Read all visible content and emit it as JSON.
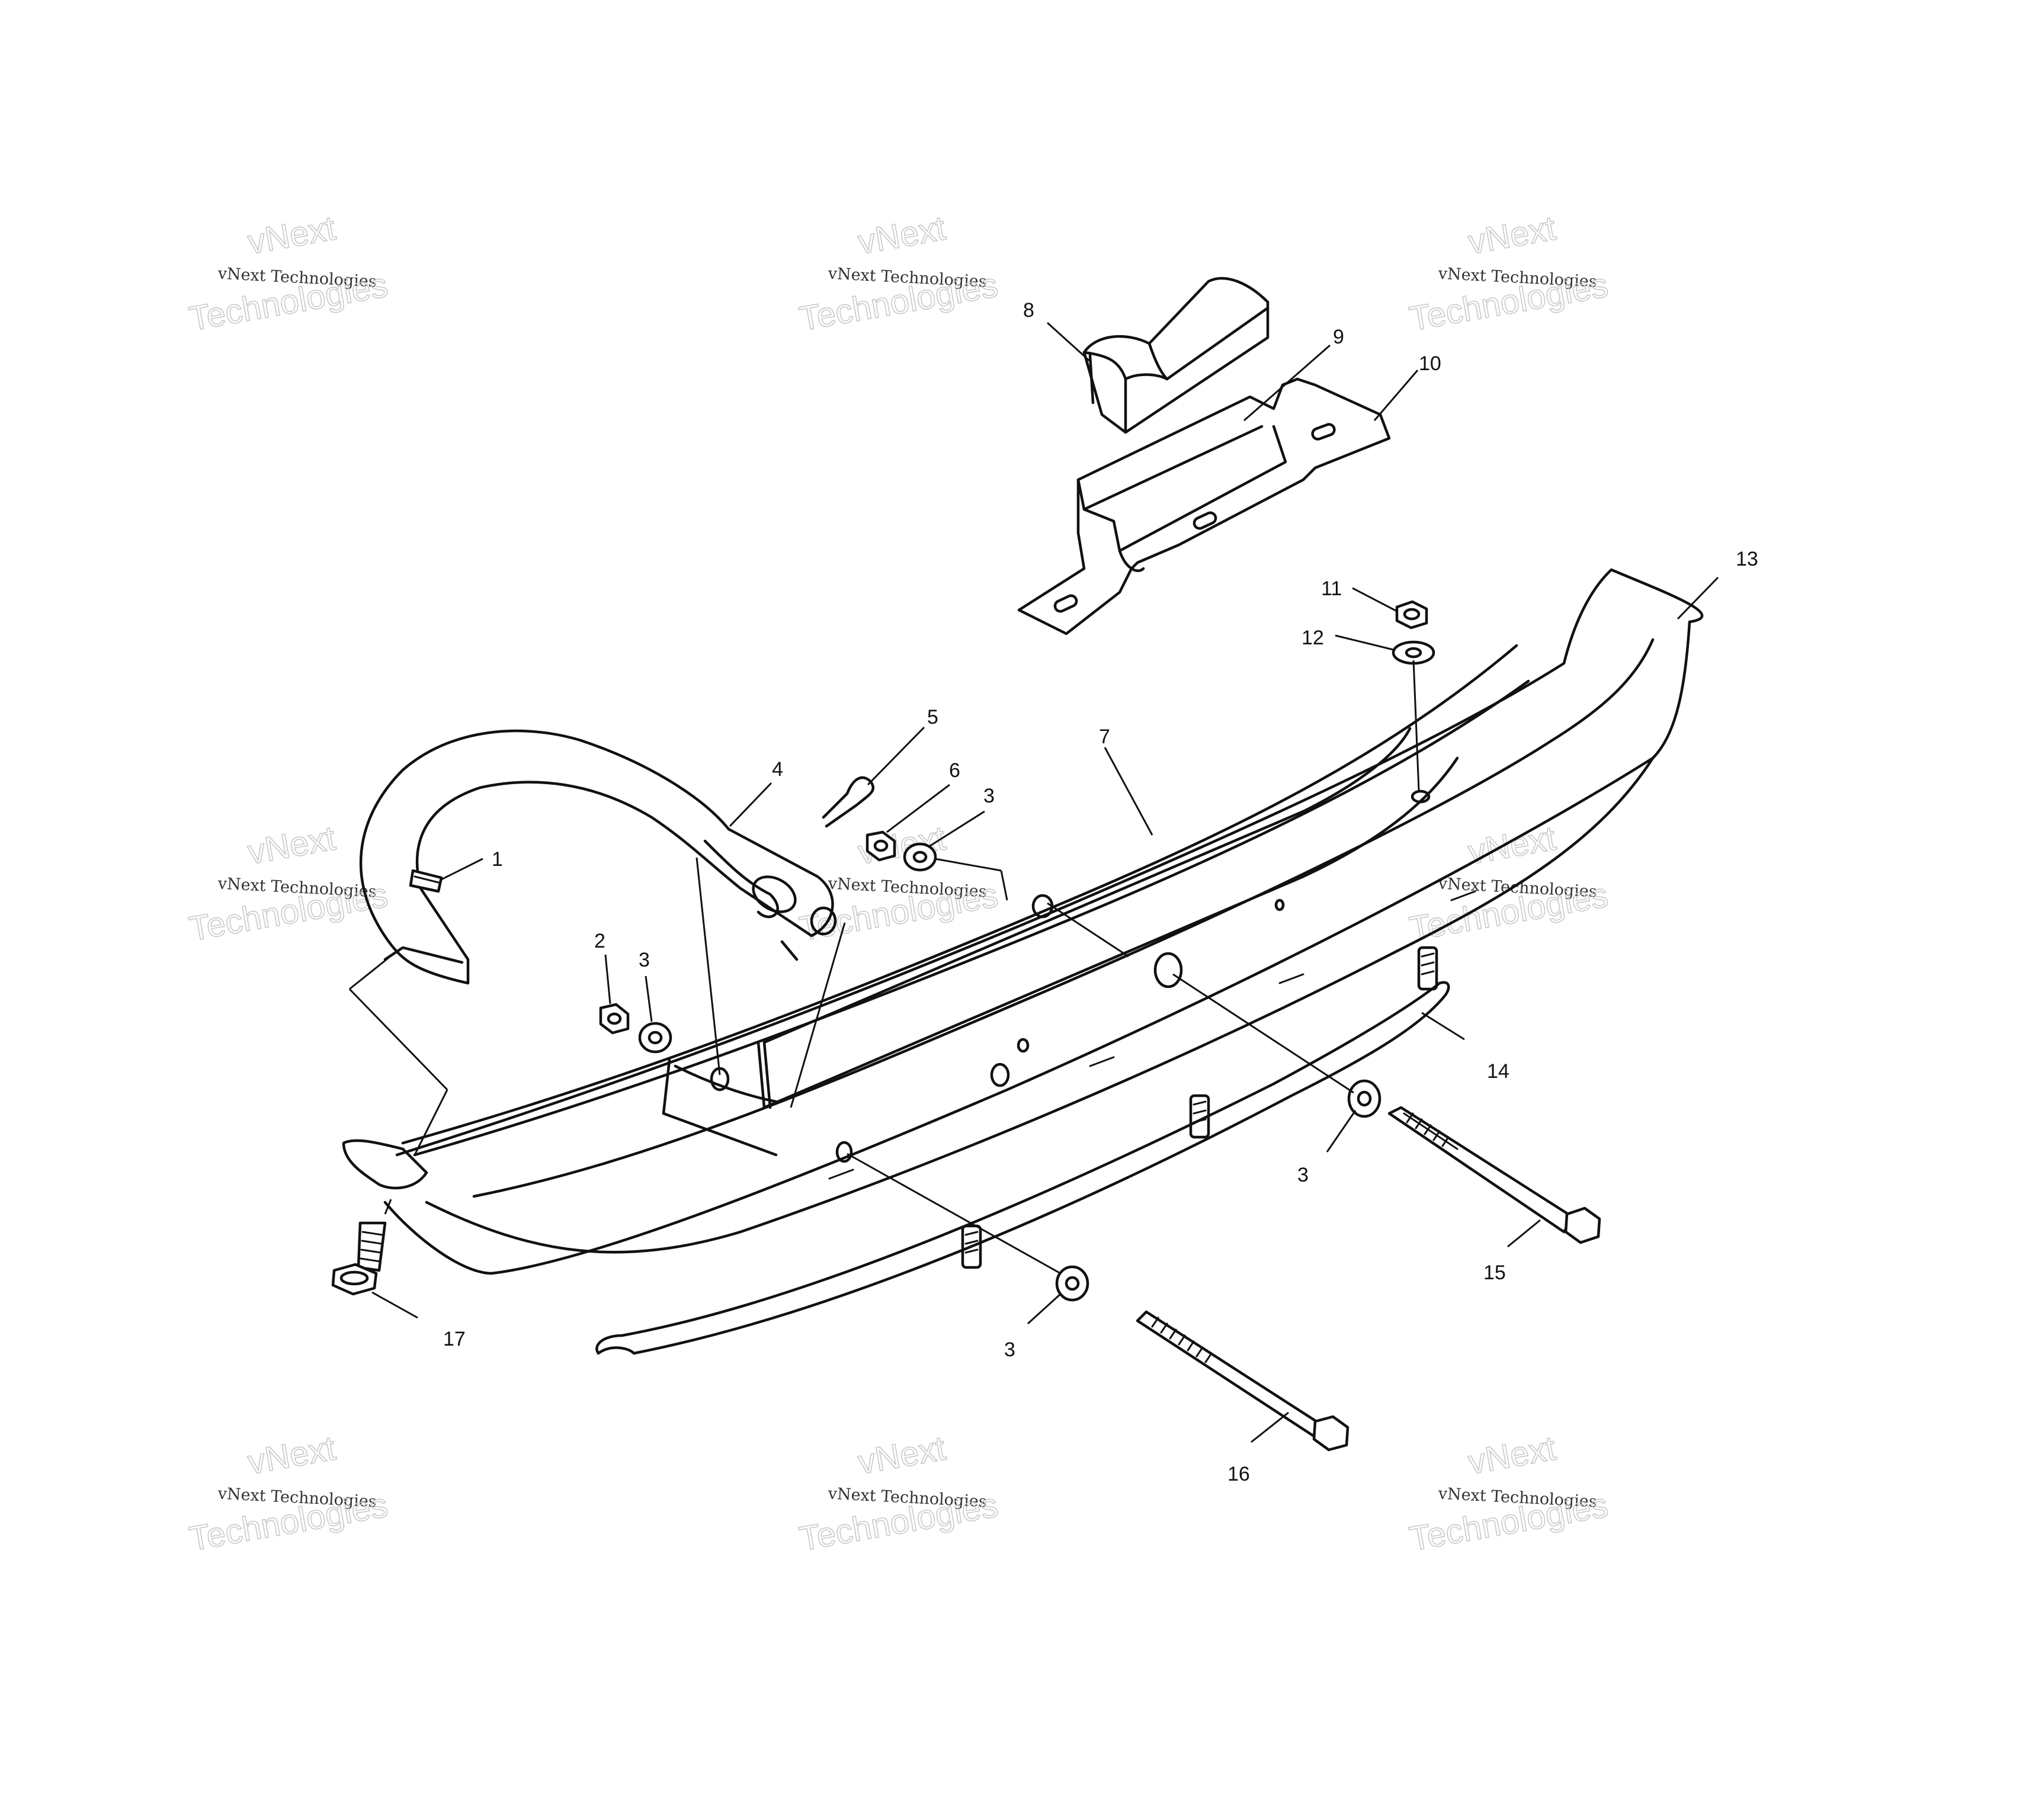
{
  "watermark": {
    "brand": "vNext",
    "company": "vNext Technologies",
    "word": "Technologies"
  },
  "callouts": [
    "1",
    "2",
    "3",
    "4",
    "5",
    "6",
    "7",
    "8",
    "9",
    "10",
    "11",
    "12",
    "13",
    "14",
    "15",
    "16",
    "17"
  ]
}
